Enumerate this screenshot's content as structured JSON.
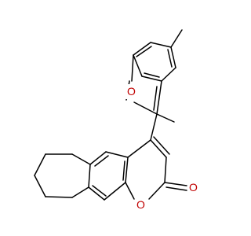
{
  "diagram": {
    "type": "chemical-structure",
    "colors": {
      "bond": "#000000",
      "heteroatom": "#c00000",
      "background": "#ffffff"
    },
    "atoms": {
      "ring_oxygen_benzofuran": "O",
      "ring_oxygen_pyranone": "O",
      "carbonyl_oxygen": "O"
    }
  }
}
